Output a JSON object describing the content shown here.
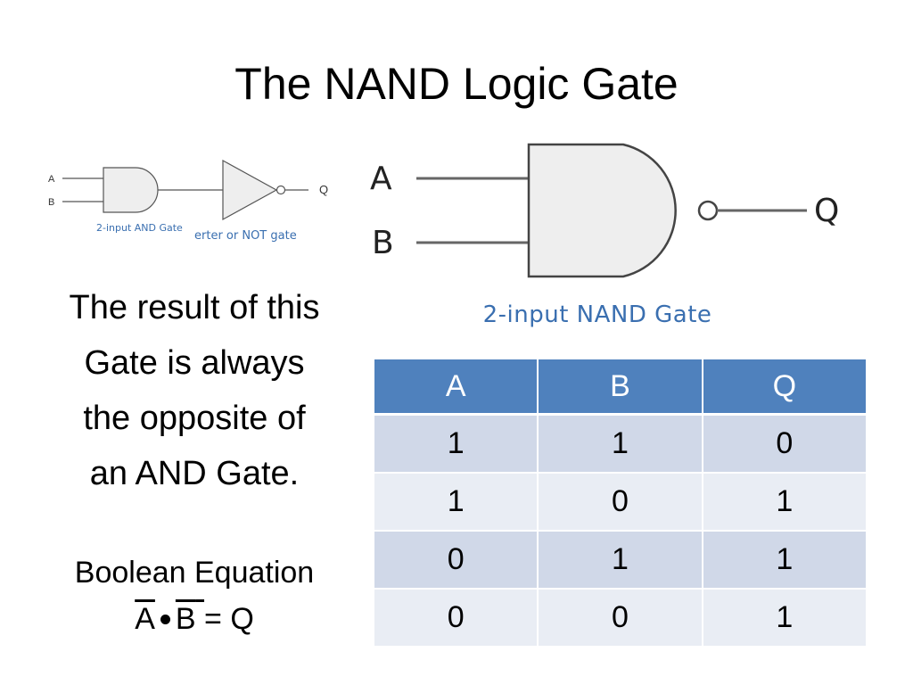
{
  "slide": {
    "title": "The NAND Logic Gate",
    "description_lines": [
      "The result of this",
      "Gate is always",
      "the opposite of",
      "an AND Gate."
    ],
    "equation_label": "Boolean Equation",
    "equation": {
      "overlined": "A",
      "operator_icon": "bullet-dot",
      "second": "B",
      "rest": "= Q"
    }
  },
  "small_diagram": {
    "input_a": "A",
    "input_b": "B",
    "output": "Q",
    "and_caption": "2-input AND Gate",
    "not_caption": "erter or NOT gate"
  },
  "big_diagram": {
    "input_a": "A",
    "input_b": "B",
    "output": "Q",
    "caption": "2-input NAND Gate"
  },
  "truth_table": {
    "headers": [
      "A",
      "B",
      "Q"
    ],
    "rows": [
      [
        "1",
        "1",
        "0"
      ],
      [
        "1",
        "0",
        "1"
      ],
      [
        "0",
        "1",
        "1"
      ],
      [
        "0",
        "0",
        "1"
      ]
    ]
  },
  "colors": {
    "header": "#4f81bd",
    "row_dark": "#d0d8e8",
    "row_light": "#e9edf4",
    "caption": "#3a6fb0"
  }
}
